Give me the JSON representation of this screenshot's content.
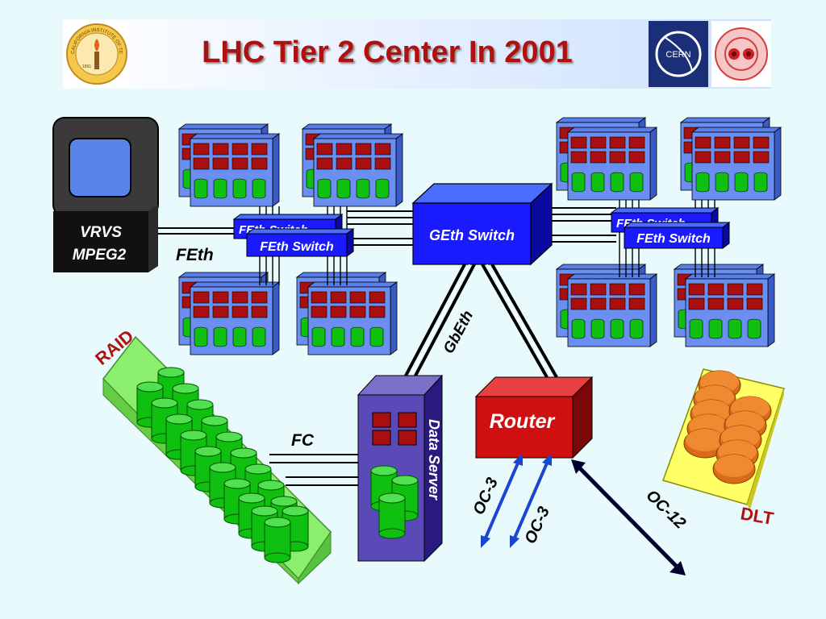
{
  "slide": {
    "title": "LHC Tier 2 Center In 2001",
    "caltech_logo_text": "CALIFORNIA INSTITUTE OF TECHNOLOGY",
    "caltech_logo_year": "1891",
    "cern_logo_text": "CERN"
  },
  "diagram": {
    "vrvs_line1": "VRVS",
    "vrvs_line2": "MPEG2",
    "feth_label": "FEth",
    "feth_switch_label": "FEth Switch",
    "feth_switch_label_left_back": "FEth Switch",
    "feth_switch_label_right_back": "FEth Switch",
    "geth_switch_label": "GEth Switch",
    "gbeth_label": "GbEth",
    "raid_label": "RAID",
    "fc_label": "FC",
    "data_server_label": "Data Server",
    "router_label": "Router",
    "oc3_label_1": "OC-3",
    "oc3_label_2": "OC-3",
    "oc12_label": "OC-12",
    "dlt_label": "DLT"
  },
  "colors": {
    "title": "#b01010",
    "rack_face": "#6b8ff0",
    "cpu_box": "#a81010",
    "disk": "#10c010",
    "switch": "#1a1aff",
    "router": "#d01010",
    "raid": "#88ee66",
    "dlt": "#ffff66",
    "link": "#000000",
    "wan_link": "#1846d0"
  }
}
